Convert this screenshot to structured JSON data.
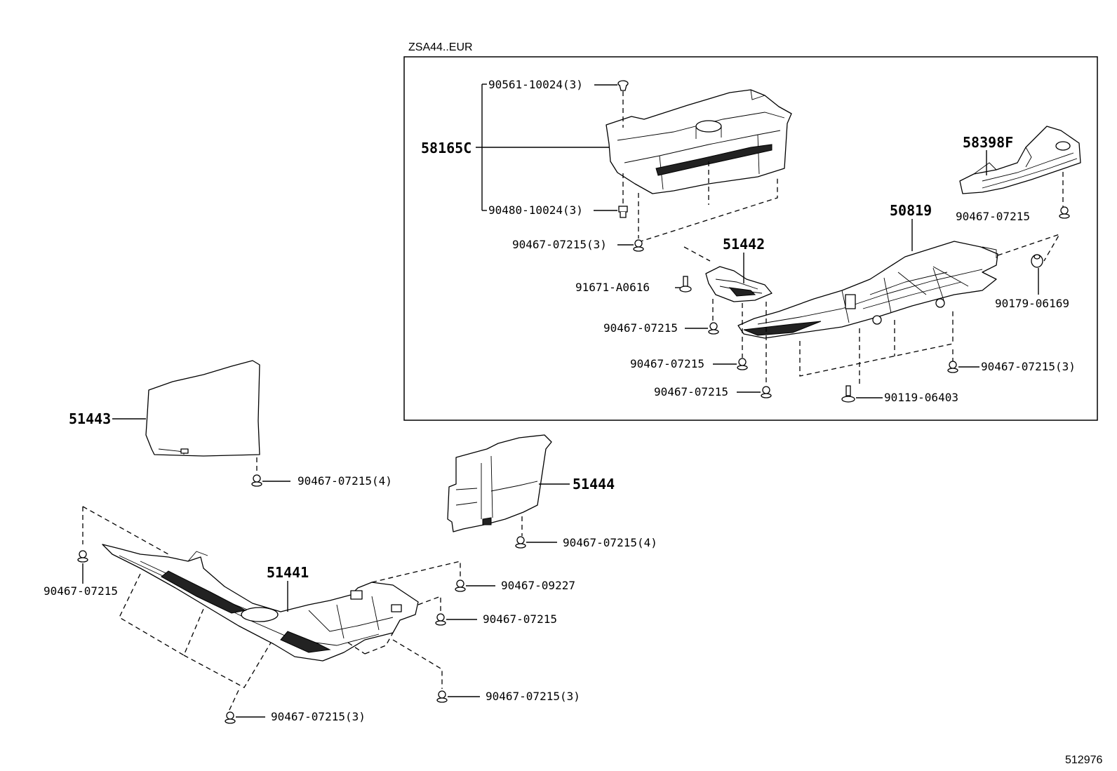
{
  "diagram": {
    "inset_title": "ZSA44..EUR",
    "catalog_number": "512976",
    "parts": [
      {
        "id": "p58165c",
        "number": "58165C"
      },
      {
        "id": "p58398f",
        "number": "58398F"
      },
      {
        "id": "p50819",
        "number": "50819"
      },
      {
        "id": "p51442",
        "number": "51442"
      },
      {
        "id": "p51443",
        "number": "51443"
      },
      {
        "id": "p51444",
        "number": "51444"
      },
      {
        "id": "p51441",
        "number": "51441"
      }
    ],
    "fasteners": [
      {
        "id": "f1",
        "label": "90561-10024(3)"
      },
      {
        "id": "f2",
        "label": "90480-10024(3)"
      },
      {
        "id": "f3",
        "label": "90467-07215(3)"
      },
      {
        "id": "f4",
        "label": "90467-07215"
      },
      {
        "id": "f5",
        "label": "91671-A0616"
      },
      {
        "id": "f6",
        "label": "90467-07215"
      },
      {
        "id": "f7",
        "label": "90179-06169"
      },
      {
        "id": "f8",
        "label": "90467-07215"
      },
      {
        "id": "f9",
        "label": "90467-07215"
      },
      {
        "id": "f10",
        "label": "90467-07215(3)"
      },
      {
        "id": "f11",
        "label": "90119-06403"
      },
      {
        "id": "f12",
        "label": "90467-07215(4)"
      },
      {
        "id": "f13",
        "label": "90467-07215(4)"
      },
      {
        "id": "f14",
        "label": "90467-07215"
      },
      {
        "id": "f15",
        "label": "90467-09227"
      },
      {
        "id": "f16",
        "label": "90467-07215"
      },
      {
        "id": "f17",
        "label": "90467-07215(3)"
      },
      {
        "id": "f18",
        "label": "90467-07215(3)"
      }
    ]
  }
}
